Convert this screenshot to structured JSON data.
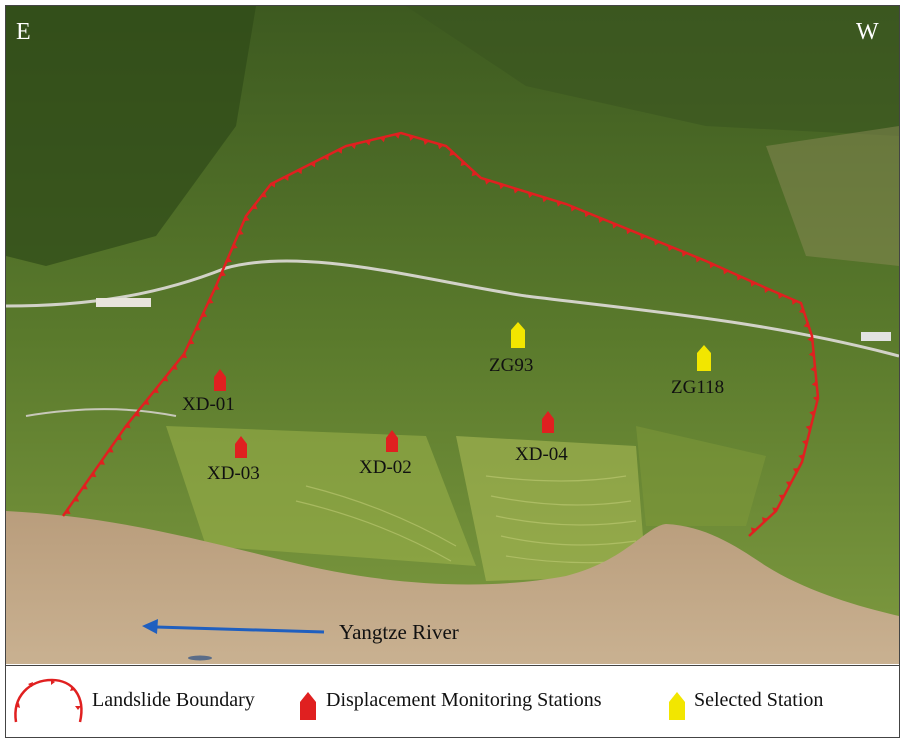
{
  "orientation": {
    "left": "E",
    "right": "W"
  },
  "river": {
    "label": "Yangtze River"
  },
  "displacement_stations": [
    "XD-01",
    "XD-03",
    "XD-02",
    "XD-04"
  ],
  "selected_stations": [
    "ZG93",
    "ZG118"
  ],
  "legend": {
    "boundary": "Landslide Boundary",
    "displacement": "Displacement Monitoring Stations",
    "selected": "Selected Station"
  },
  "colors": {
    "boundary": "#e02020",
    "displacement_marker": "#e02020",
    "selected_marker": "#f2e600",
    "river_arrow": "#1f5fbf"
  }
}
